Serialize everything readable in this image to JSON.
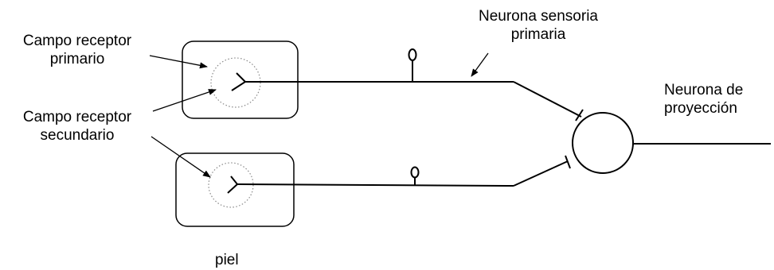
{
  "labels": {
    "campo_primario": {
      "line1": "Campo receptor",
      "line2": "primario"
    },
    "campo_secundario": {
      "line1": "Campo receptor",
      "line2": "secundario"
    },
    "neurona_sensoria": {
      "line1": "Neurona sensoria",
      "line2": "primaria"
    },
    "neurona_proyeccion": {
      "line1": "Neurona de",
      "line2": "proyección"
    },
    "piel": "piel"
  },
  "colors": {
    "line": "#000000",
    "dotted_circle": "#888888",
    "background": "#ffffff"
  }
}
